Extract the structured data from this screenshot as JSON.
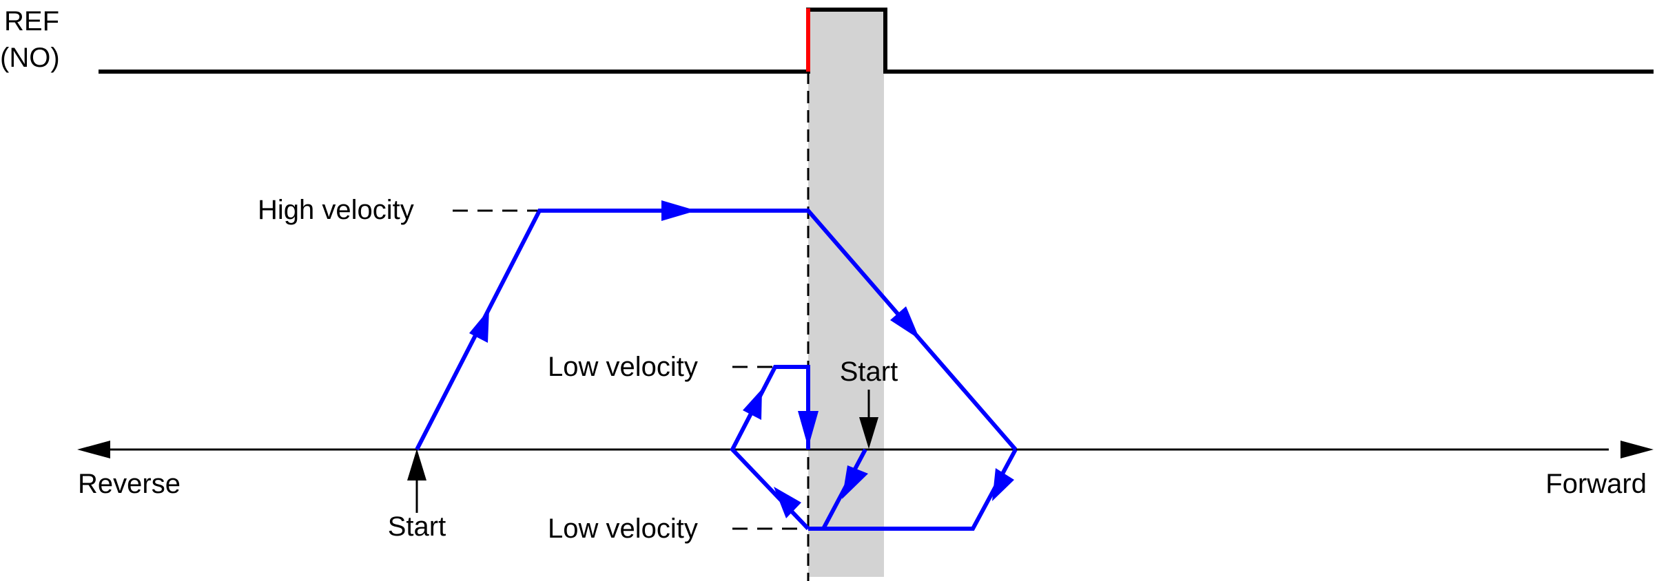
{
  "signal": {
    "label_line1": "REF",
    "label_line2": "(NO)"
  },
  "axis": {
    "left_label": "Reverse",
    "right_label": "Forward"
  },
  "labels": {
    "high_velocity": "High velocity",
    "low_velocity_upper": "Low velocity",
    "low_velocity_lower": "Low velocity",
    "start_left": "Start",
    "start_right": "Start"
  },
  "colors": {
    "velocity_path": "#0000ff",
    "signal_line": "#000000",
    "signal_edge": "#ff0000",
    "switch_zone": "#d3d3d3",
    "axis": "#000000"
  }
}
